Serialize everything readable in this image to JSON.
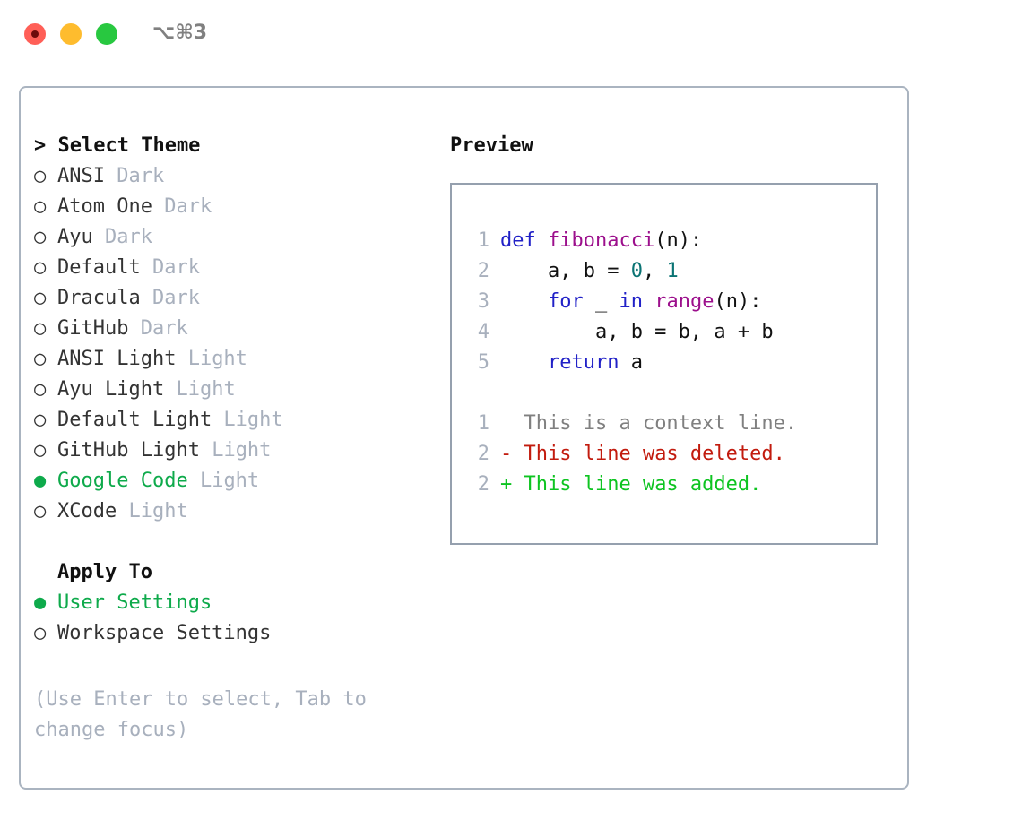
{
  "window": {
    "title": "⌥⌘3",
    "traffic_lights": [
      "close",
      "minimize",
      "maximize"
    ],
    "colors": {
      "close": "#ff5f57",
      "minimize": "#febc2e",
      "maximize": "#28c840",
      "recording_dot": "#6d0b0b",
      "panel_border": "#aab4c0",
      "preview_border": "#95a0ae",
      "accent_green": "#0eaa4b",
      "muted": "#a8b0bd"
    }
  },
  "theme_picker": {
    "header": "> Select Theme",
    "marker_selected": "●",
    "marker_unselected": "○",
    "items": [
      {
        "name": "ANSI",
        "tag": "Dark",
        "selected": false
      },
      {
        "name": "Atom One",
        "tag": "Dark",
        "selected": false
      },
      {
        "name": "Ayu",
        "tag": "Dark",
        "selected": false
      },
      {
        "name": "Default",
        "tag": "Dark",
        "selected": false
      },
      {
        "name": "Dracula",
        "tag": "Dark",
        "selected": false
      },
      {
        "name": "GitHub",
        "tag": "Dark",
        "selected": false
      },
      {
        "name": "ANSI Light",
        "tag": "Light",
        "selected": false
      },
      {
        "name": "Ayu Light",
        "tag": "Light",
        "selected": false
      },
      {
        "name": "Default Light",
        "tag": "Light",
        "selected": false
      },
      {
        "name": "GitHub Light",
        "tag": "Light",
        "selected": false
      },
      {
        "name": "Google Code",
        "tag": "Light",
        "selected": true
      },
      {
        "name": "XCode",
        "tag": "Light",
        "selected": false
      }
    ]
  },
  "apply_to": {
    "header": "Apply To",
    "items": [
      {
        "name": "User Settings",
        "selected": true
      },
      {
        "name": "Workspace Settings",
        "selected": false
      }
    ]
  },
  "hint": "(Use Enter to select, Tab to change focus)",
  "preview": {
    "title": "Preview",
    "code_lines": [
      {
        "num": "1",
        "tokens": [
          {
            "t": "def ",
            "c": "kw"
          },
          {
            "t": "fibonacci",
            "c": "fn"
          },
          {
            "t": "(n):",
            "c": "punc"
          }
        ]
      },
      {
        "num": "2",
        "tokens": [
          {
            "t": "    a, b = ",
            "c": "plain"
          },
          {
            "t": "0",
            "c": "num"
          },
          {
            "t": ", ",
            "c": "plain"
          },
          {
            "t": "1",
            "c": "num"
          }
        ]
      },
      {
        "num": "3",
        "tokens": [
          {
            "t": "    for ",
            "c": "kw"
          },
          {
            "t": "_ ",
            "c": "plain"
          },
          {
            "t": "in ",
            "c": "kw"
          },
          {
            "t": "range",
            "c": "fn"
          },
          {
            "t": "(n):",
            "c": "punc"
          }
        ]
      },
      {
        "num": "4",
        "tokens": [
          {
            "t": "        a, b = b, a + b",
            "c": "plain"
          }
        ]
      },
      {
        "num": "5",
        "tokens": [
          {
            "t": "    return ",
            "c": "kw"
          },
          {
            "t": "a",
            "c": "plain"
          }
        ]
      }
    ],
    "diff_lines": [
      {
        "num": "1",
        "marker": " ",
        "text": " This is a context line.",
        "kind": "d-ctx"
      },
      {
        "num": "2",
        "marker": "-",
        "text": " This line was deleted.",
        "kind": "d-del"
      },
      {
        "num": "2",
        "marker": "+",
        "text": " This line was added.",
        "kind": "d-add"
      }
    ],
    "syntax_colors": {
      "keyword": "#2121c7",
      "function": "#9c0f8c",
      "number": "#0b7474",
      "plain": "#111111",
      "line_number": "#a8b0bd",
      "diff_context": "#808080",
      "diff_deleted": "#c21b0e",
      "diff_added": "#0ec421"
    }
  }
}
